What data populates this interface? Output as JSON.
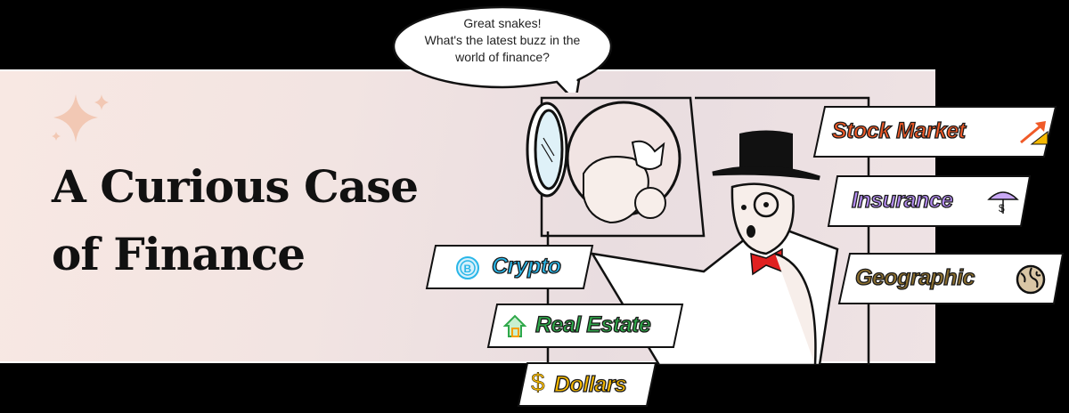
{
  "hero": {
    "title_line1": "A Curious Case",
    "title_line2": "of Finance"
  },
  "speech_bubble": {
    "line1": "Great snakes!",
    "line2": "What's the latest buzz in the",
    "line3": "world of finance?"
  },
  "tags": [
    {
      "label": "Stock Market",
      "icon": "trending-up-chart-icon",
      "color": "#f05a28"
    },
    {
      "label": "Insurance",
      "icon": "umbrella-dollar-icon",
      "color": "#b48cf2"
    },
    {
      "label": "Geographic",
      "icon": "globe-icon",
      "color": "#8a6d2e"
    },
    {
      "label": "Crypto",
      "icon": "bitcoin-icon",
      "color": "#29b6e8"
    },
    {
      "label": "Real Estate",
      "icon": "house-icon",
      "color": "#2fa84a"
    },
    {
      "label": "Dollars",
      "icon": "dollar-sign-icon",
      "color": "#f5b800"
    }
  ],
  "colors": {
    "background": "#000000",
    "panel_start": "#f8e8e3",
    "panel_end": "#efe3e4",
    "sparkle": "#f2c8b4"
  }
}
